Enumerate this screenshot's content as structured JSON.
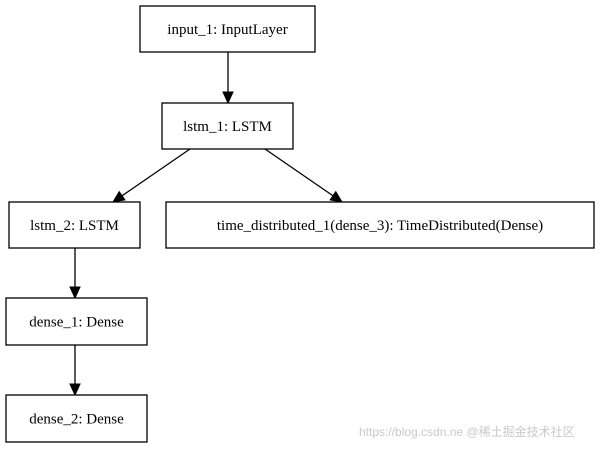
{
  "diagram": {
    "type": "model-graph",
    "nodes": [
      {
        "id": "input_1",
        "label": "input_1: InputLayer"
      },
      {
        "id": "lstm_1",
        "label": "lstm_1: LSTM"
      },
      {
        "id": "lstm_2",
        "label": "lstm_2: LSTM"
      },
      {
        "id": "time_distributed_1",
        "label": "time_distributed_1(dense_3): TimeDistributed(Dense)"
      },
      {
        "id": "dense_1",
        "label": "dense_1: Dense"
      },
      {
        "id": "dense_2",
        "label": "dense_2: Dense"
      }
    ],
    "edges": [
      {
        "from": "input_1",
        "to": "lstm_1"
      },
      {
        "from": "lstm_1",
        "to": "lstm_2"
      },
      {
        "from": "lstm_1",
        "to": "time_distributed_1"
      },
      {
        "from": "lstm_2",
        "to": "dense_1"
      },
      {
        "from": "dense_1",
        "to": "dense_2"
      }
    ]
  },
  "watermark": {
    "text": "https://blog.csdn.ne @稀土掘金技术社区"
  }
}
